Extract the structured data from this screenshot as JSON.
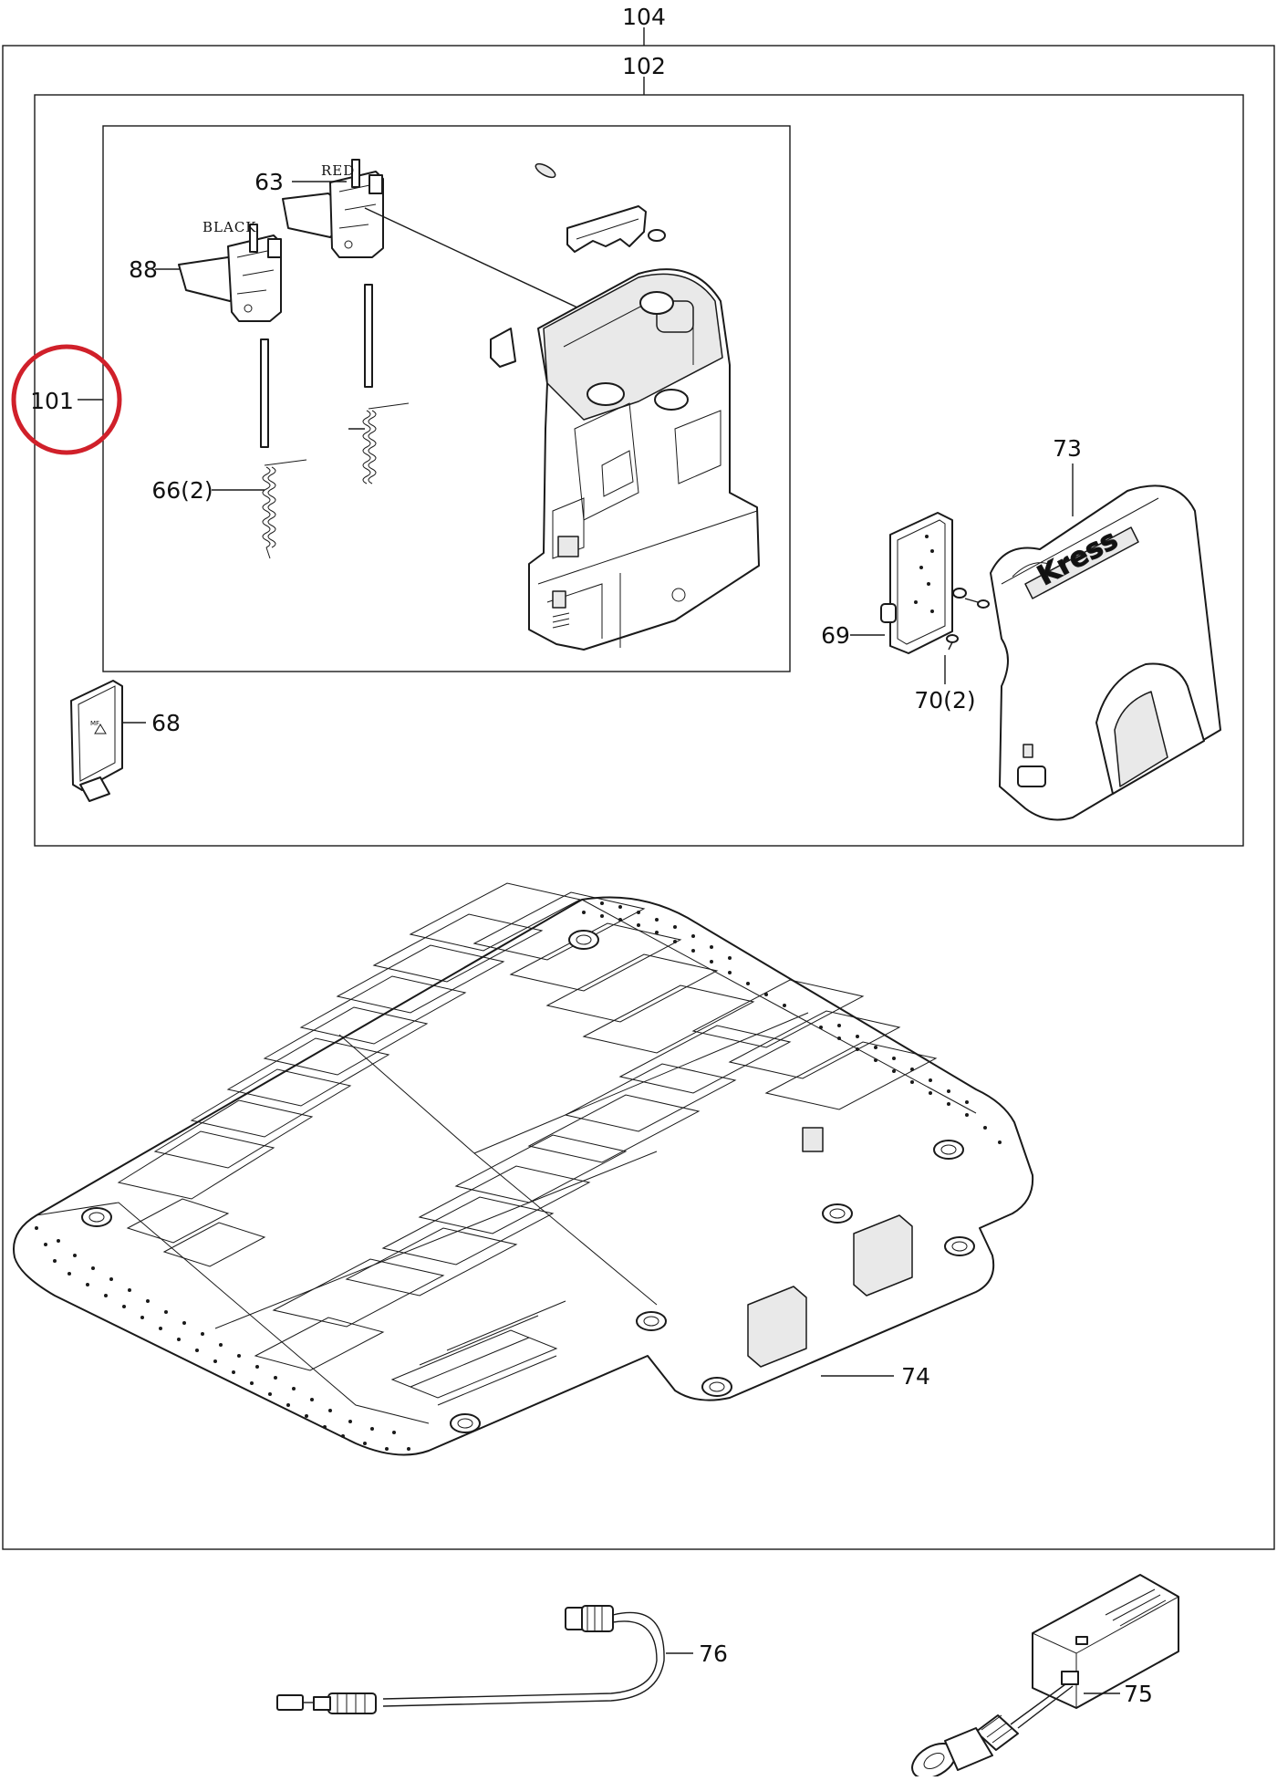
{
  "diagram": {
    "assembly_labels": {
      "outer": "104",
      "inner": "102",
      "base_station": "101"
    },
    "callouts": [
      {
        "key": "63",
        "text": "63"
      },
      {
        "key": "88",
        "text": "88"
      },
      {
        "key": "66",
        "text": "66(2)"
      },
      {
        "key": "68",
        "text": "68"
      },
      {
        "key": "69",
        "text": "69"
      },
      {
        "key": "70",
        "text": "70(2)"
      },
      {
        "key": "73",
        "text": "73"
      },
      {
        "key": "74",
        "text": "74"
      },
      {
        "key": "75",
        "text": "75"
      },
      {
        "key": "76",
        "text": "76"
      }
    ],
    "wire_labels": {
      "red": "RED",
      "black": "BLACK"
    },
    "cover_logo": "Kress",
    "highlight_color": "#d0202a"
  }
}
